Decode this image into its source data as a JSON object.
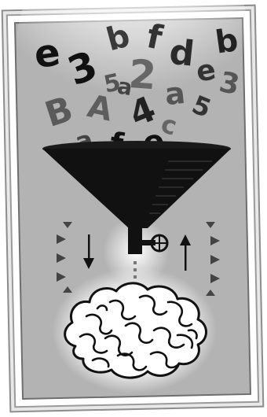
{
  "illustration": {
    "falling_characters": [
      {
        "text": "e"
      },
      {
        "text": "3"
      },
      {
        "text": "b"
      },
      {
        "text": "f"
      },
      {
        "text": "d"
      },
      {
        "text": "b"
      },
      {
        "text": "5"
      },
      {
        "text": "a"
      },
      {
        "text": "2"
      },
      {
        "text": "e"
      },
      {
        "text": "3"
      },
      {
        "text": "B"
      },
      {
        "text": "A"
      },
      {
        "text": "4"
      },
      {
        "text": "a"
      },
      {
        "text": "5"
      },
      {
        "text": "a"
      },
      {
        "text": "f"
      },
      {
        "text": "e"
      },
      {
        "text": "c"
      }
    ],
    "icons": {
      "funnel": "funnel-icon",
      "valve": "valve-wheel-icon",
      "down_arrow": "arrow-down-icon",
      "up_arrow": "arrow-up-icon",
      "brain": "brain-icon"
    },
    "colors": {
      "background_gray": "#b3b3b3",
      "frame_white": "#ffffff",
      "border_gray": "#8c8c8c",
      "ink": "#1a1a1a",
      "glow": "#ffffff"
    }
  }
}
